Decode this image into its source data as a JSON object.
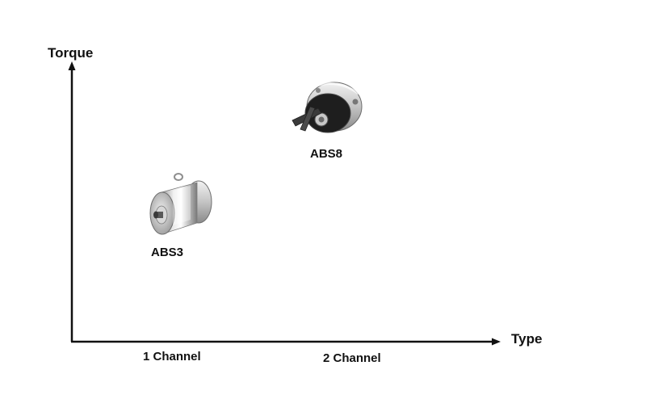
{
  "axes": {
    "y_label": "Torque",
    "x_label": "Type",
    "x_categories": [
      "1 Channel",
      "2 Channel"
    ]
  },
  "products": [
    {
      "name": "ABS3",
      "category": "1 Channel",
      "icon": "rotary-damper-abs3-image"
    },
    {
      "name": "ABS8",
      "category": "2 Channel",
      "icon": "rotary-damper-abs8-image"
    }
  ],
  "colors": {
    "axis": "#111111",
    "background": "#ffffff"
  }
}
